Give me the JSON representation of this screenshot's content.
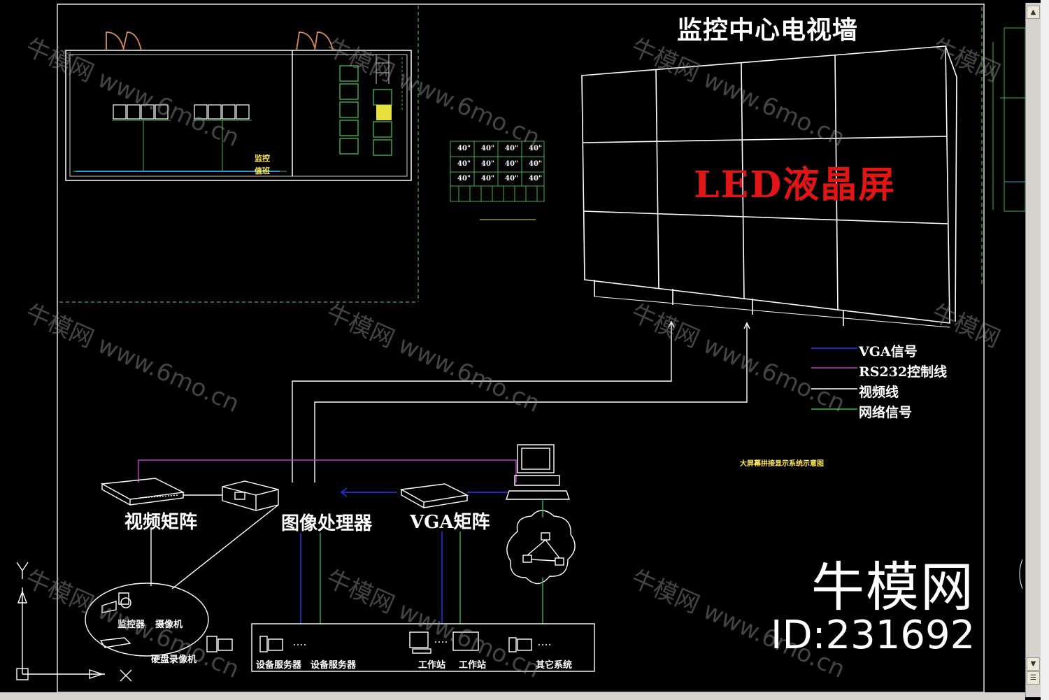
{
  "title": "监控中心电视墙",
  "screen_label": "LED液晶屏",
  "devices": {
    "video_matrix": "视频矩阵",
    "image_processor": "图像处理器",
    "vga_matrix": "VGA矩阵"
  },
  "legend": [
    {
      "label": "VGA信号",
      "color": "#2a3bff"
    },
    {
      "label": "RS232控制线",
      "color": "#c040d0"
    },
    {
      "label": "视频线",
      "color": "#ffffff"
    },
    {
      "label": "网络信号",
      "color": "#3fb24a"
    }
  ],
  "camera_group": {
    "monitor": "监控器",
    "camera": "摄像机",
    "decoder": "硬盘录像机"
  },
  "servers": {
    "server_a": "设备服务器",
    "server_b": "设备服务器",
    "ws_a": "工作站",
    "ws_b": "工作站",
    "other": "其它系统"
  },
  "floor_plan": {
    "label_a": "监控",
    "label_b": "值班"
  },
  "caption": "大屏幕拼接显示系统示意图",
  "screen_sizes": [
    "40\"",
    "40\"",
    "40\"",
    "40\"",
    "40\"",
    "40\"",
    "40\"",
    "40\"",
    "40\"",
    "40\"",
    "40\"",
    "40\""
  ],
  "brand": "牛模网",
  "id_text": "ID:231692",
  "watermark": {
    "brand": "牛模网",
    "url": "www.6mo.cn"
  },
  "colors": {
    "background": "#000000",
    "green": "#3fb24a",
    "blue": "#2a3bff",
    "magenta": "#c040d0",
    "red": "#e01515"
  }
}
